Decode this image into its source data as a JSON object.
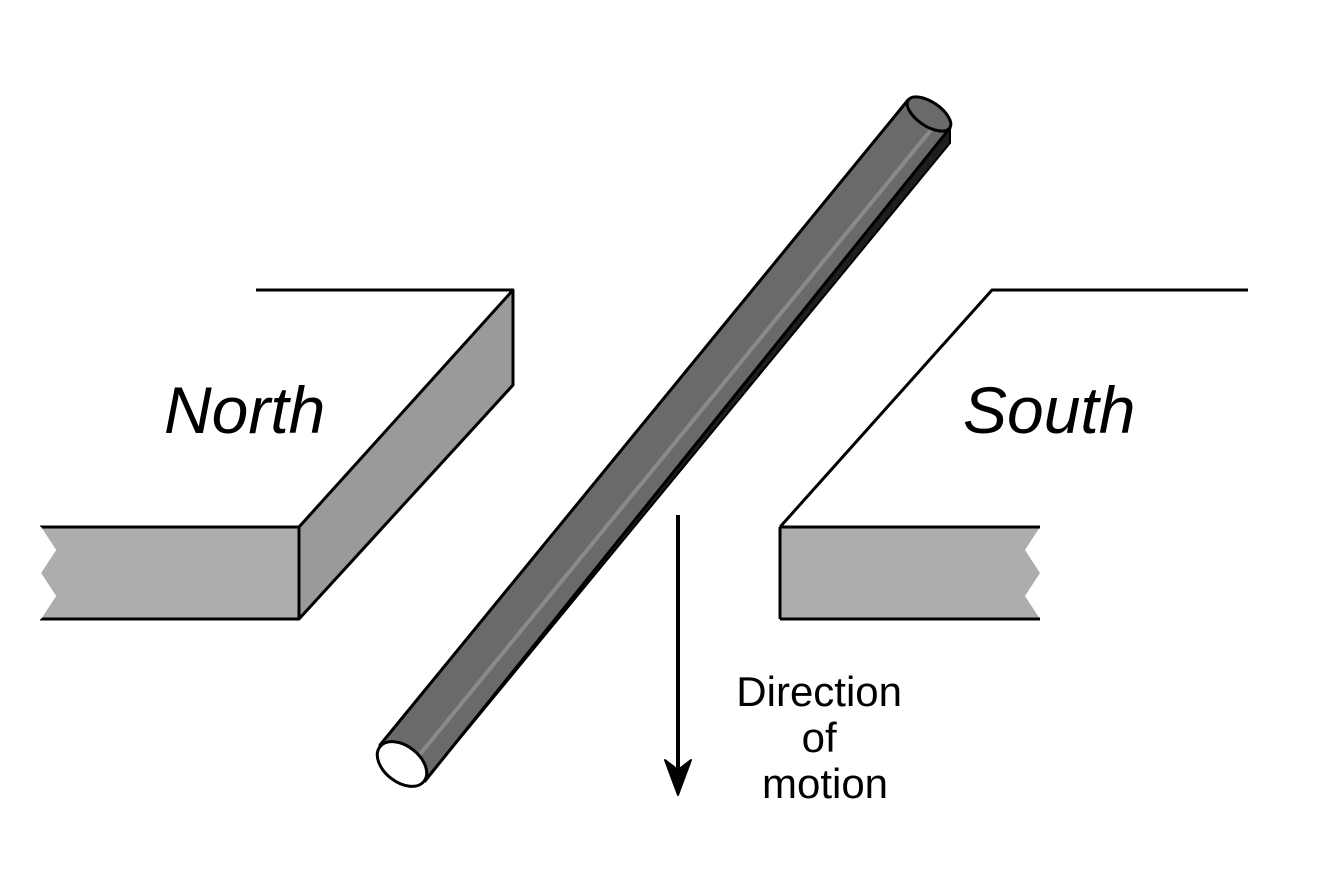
{
  "labels": {
    "north": "North",
    "south": "South",
    "motion_line1": "Direction",
    "motion_line2": "of",
    "motion_line3": "motion"
  },
  "colors": {
    "background": "#ffffff",
    "stroke": "#000000",
    "magnet_face": "#adadad",
    "magnet_side": "#9a9a9a",
    "conductor_body": "#6a6a6a",
    "conductor_highlight": "#8a8a8a",
    "conductor_shadow": "#1e1e1e",
    "conductor_end": "#ffffff"
  }
}
